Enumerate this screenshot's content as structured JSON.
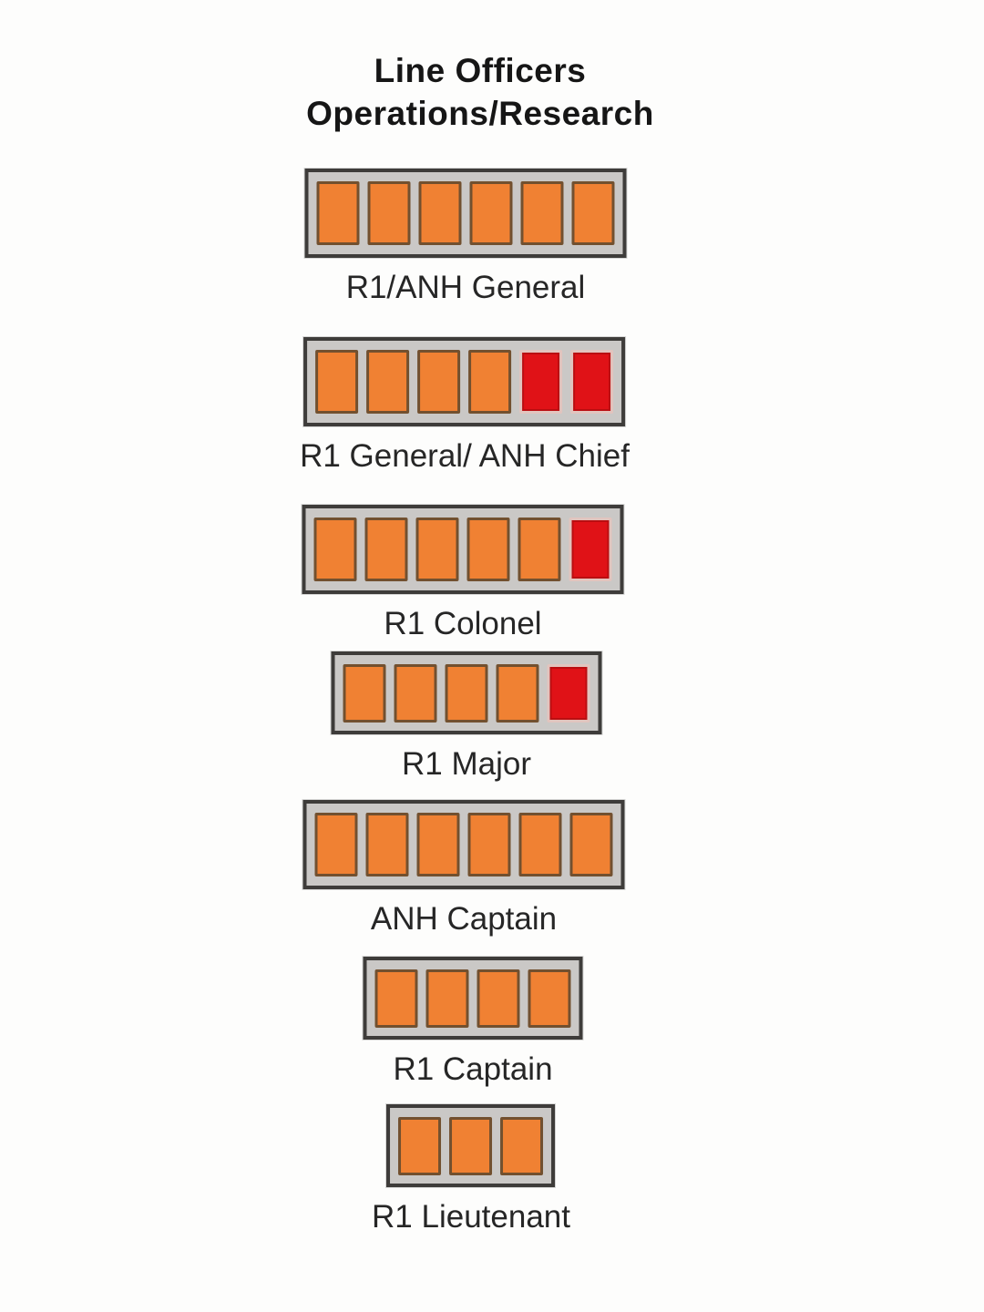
{
  "title": {
    "line1": "Line Officers",
    "line2": "Operations/Research"
  },
  "colors": {
    "orange": "#F08133",
    "red": "#E01217",
    "orange_border": "#72502F",
    "red_border": "#E2C4BE",
    "frame_border": "#3E3C3A",
    "frame_bg": "#CAC8C6"
  },
  "ranks": [
    {
      "label": "R1/ANH General",
      "squares": [
        "orange",
        "orange",
        "orange",
        "orange",
        "orange",
        "orange"
      ]
    },
    {
      "label": "R1 General/ ANH Chief",
      "squares": [
        "orange",
        "orange",
        "orange",
        "orange",
        "red",
        "red"
      ]
    },
    {
      "label": "R1 Colonel",
      "squares": [
        "orange",
        "orange",
        "orange",
        "orange",
        "orange",
        "red"
      ]
    },
    {
      "label": "R1 Major",
      "squares": [
        "orange",
        "orange",
        "orange",
        "orange",
        "red"
      ]
    },
    {
      "label": "ANH Captain",
      "squares": [
        "orange",
        "orange",
        "orange",
        "orange",
        "orange",
        "orange"
      ]
    },
    {
      "label": "R1 Captain",
      "squares": [
        "orange",
        "orange",
        "orange",
        "orange"
      ]
    },
    {
      "label": "R1 Lieutenant",
      "squares": [
        "orange",
        "orange",
        "orange"
      ]
    }
  ]
}
